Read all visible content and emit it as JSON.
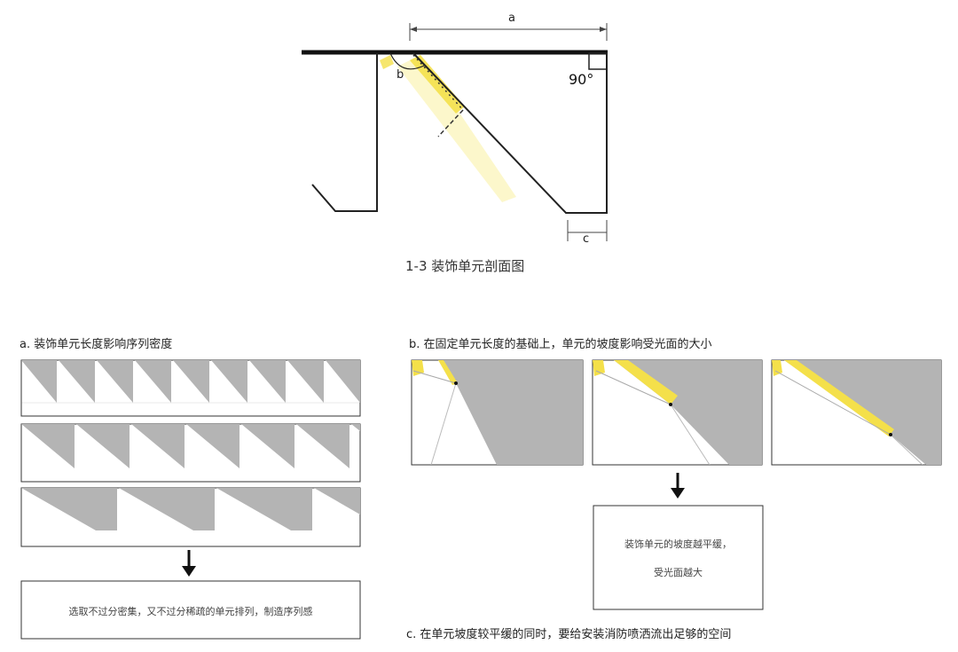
{
  "main_figure": {
    "caption": "1-3 装饰单元剖面图",
    "labels": {
      "a": "a",
      "b": "b",
      "c": "c",
      "angle": "90°"
    }
  },
  "section_a": {
    "title": "a. 装饰单元长度影响序列密度",
    "conclusion": "选取不过分密集，又不过分稀疏的单元排列，制造序列感"
  },
  "section_b": {
    "title": "b. 在固定单元长度的基础上，单元的坡度影响受光面的大小",
    "conclusion_line1": "装饰单元的坡度越平缓，",
    "conclusion_line2": "受光面越大"
  },
  "section_c": {
    "title": "c. 在单元坡度较平缓的同时，要给安装消防喷洒流出足够的空间"
  },
  "colors": {
    "fill_gray": "#b4b4b4",
    "highlight_yellow": "#f4e04a",
    "light_yellow": "#fbf6c2",
    "stroke": "#222222"
  }
}
